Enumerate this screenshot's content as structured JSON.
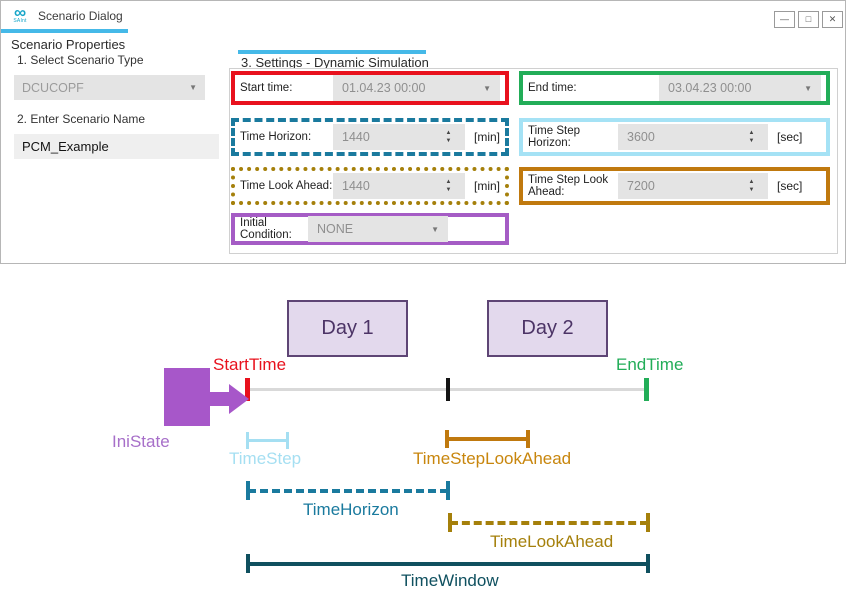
{
  "window": {
    "title": "Scenario Dialog",
    "logo_glyph": "∞",
    "logo_text": "SAInt",
    "controls": {
      "minimize": "—",
      "maximize": "□",
      "close": "✕"
    }
  },
  "sidebar": {
    "title": "Scenario Properties",
    "step1_label": "1. Select Scenario Type",
    "scenario_type_value": "DCUCOPF",
    "step2_label": "2. Enter Scenario Name",
    "scenario_name_value": "PCM_Example"
  },
  "settings": {
    "header": "3. Settings - Dynamic Simulation",
    "start_time": {
      "label": "Start time:",
      "value": "01.04.23 00:00"
    },
    "end_time": {
      "label": "End time:",
      "value": "03.04.23 00:00"
    },
    "time_horizon": {
      "label": "Time Horizon:",
      "value": "1440",
      "unit": "[min]"
    },
    "time_step_horizon": {
      "label": "Time Step Horizon:",
      "value": "3600",
      "unit": "[sec]"
    },
    "time_look_ahead": {
      "label": "Time Look Ahead:",
      "value": "1440",
      "unit": "[min]"
    },
    "time_step_look_ahead": {
      "label": "Time Step Look Ahead:",
      "value": "7200",
      "unit": "[sec]"
    },
    "initial_condition": {
      "label": "Initial Condition:",
      "value": "NONE"
    }
  },
  "diagram": {
    "day1_label": "Day 1",
    "day2_label": "Day 2",
    "start_time_label": "StartTime",
    "end_time_label": "EndTime",
    "ini_state_label": "IniState",
    "time_step_label": "TimeStep",
    "time_step_look_ahead_label": "TimeStepLookAhead",
    "time_horizon_label": "TimeHorizon",
    "time_look_ahead_label": "TimeLookAhead",
    "time_window_label": "TimeWindow"
  },
  "colors": {
    "tab_accent": "#45b9e8",
    "start_time": "#e8111d",
    "end_time": "#22ad58",
    "time_horizon": "#1a7a9e",
    "time_step_horizon": "#a5e2f5",
    "time_look_ahead": "#a5800b",
    "time_step_look_ahead": "#c0790e",
    "initial_condition": "#a55cc5",
    "ini_state": "#a757c9",
    "day_box_fill": "#e3d9ed",
    "day_box_border": "#5e4575",
    "time_window": "#0f505f",
    "timeline": "#d9d9d9"
  }
}
